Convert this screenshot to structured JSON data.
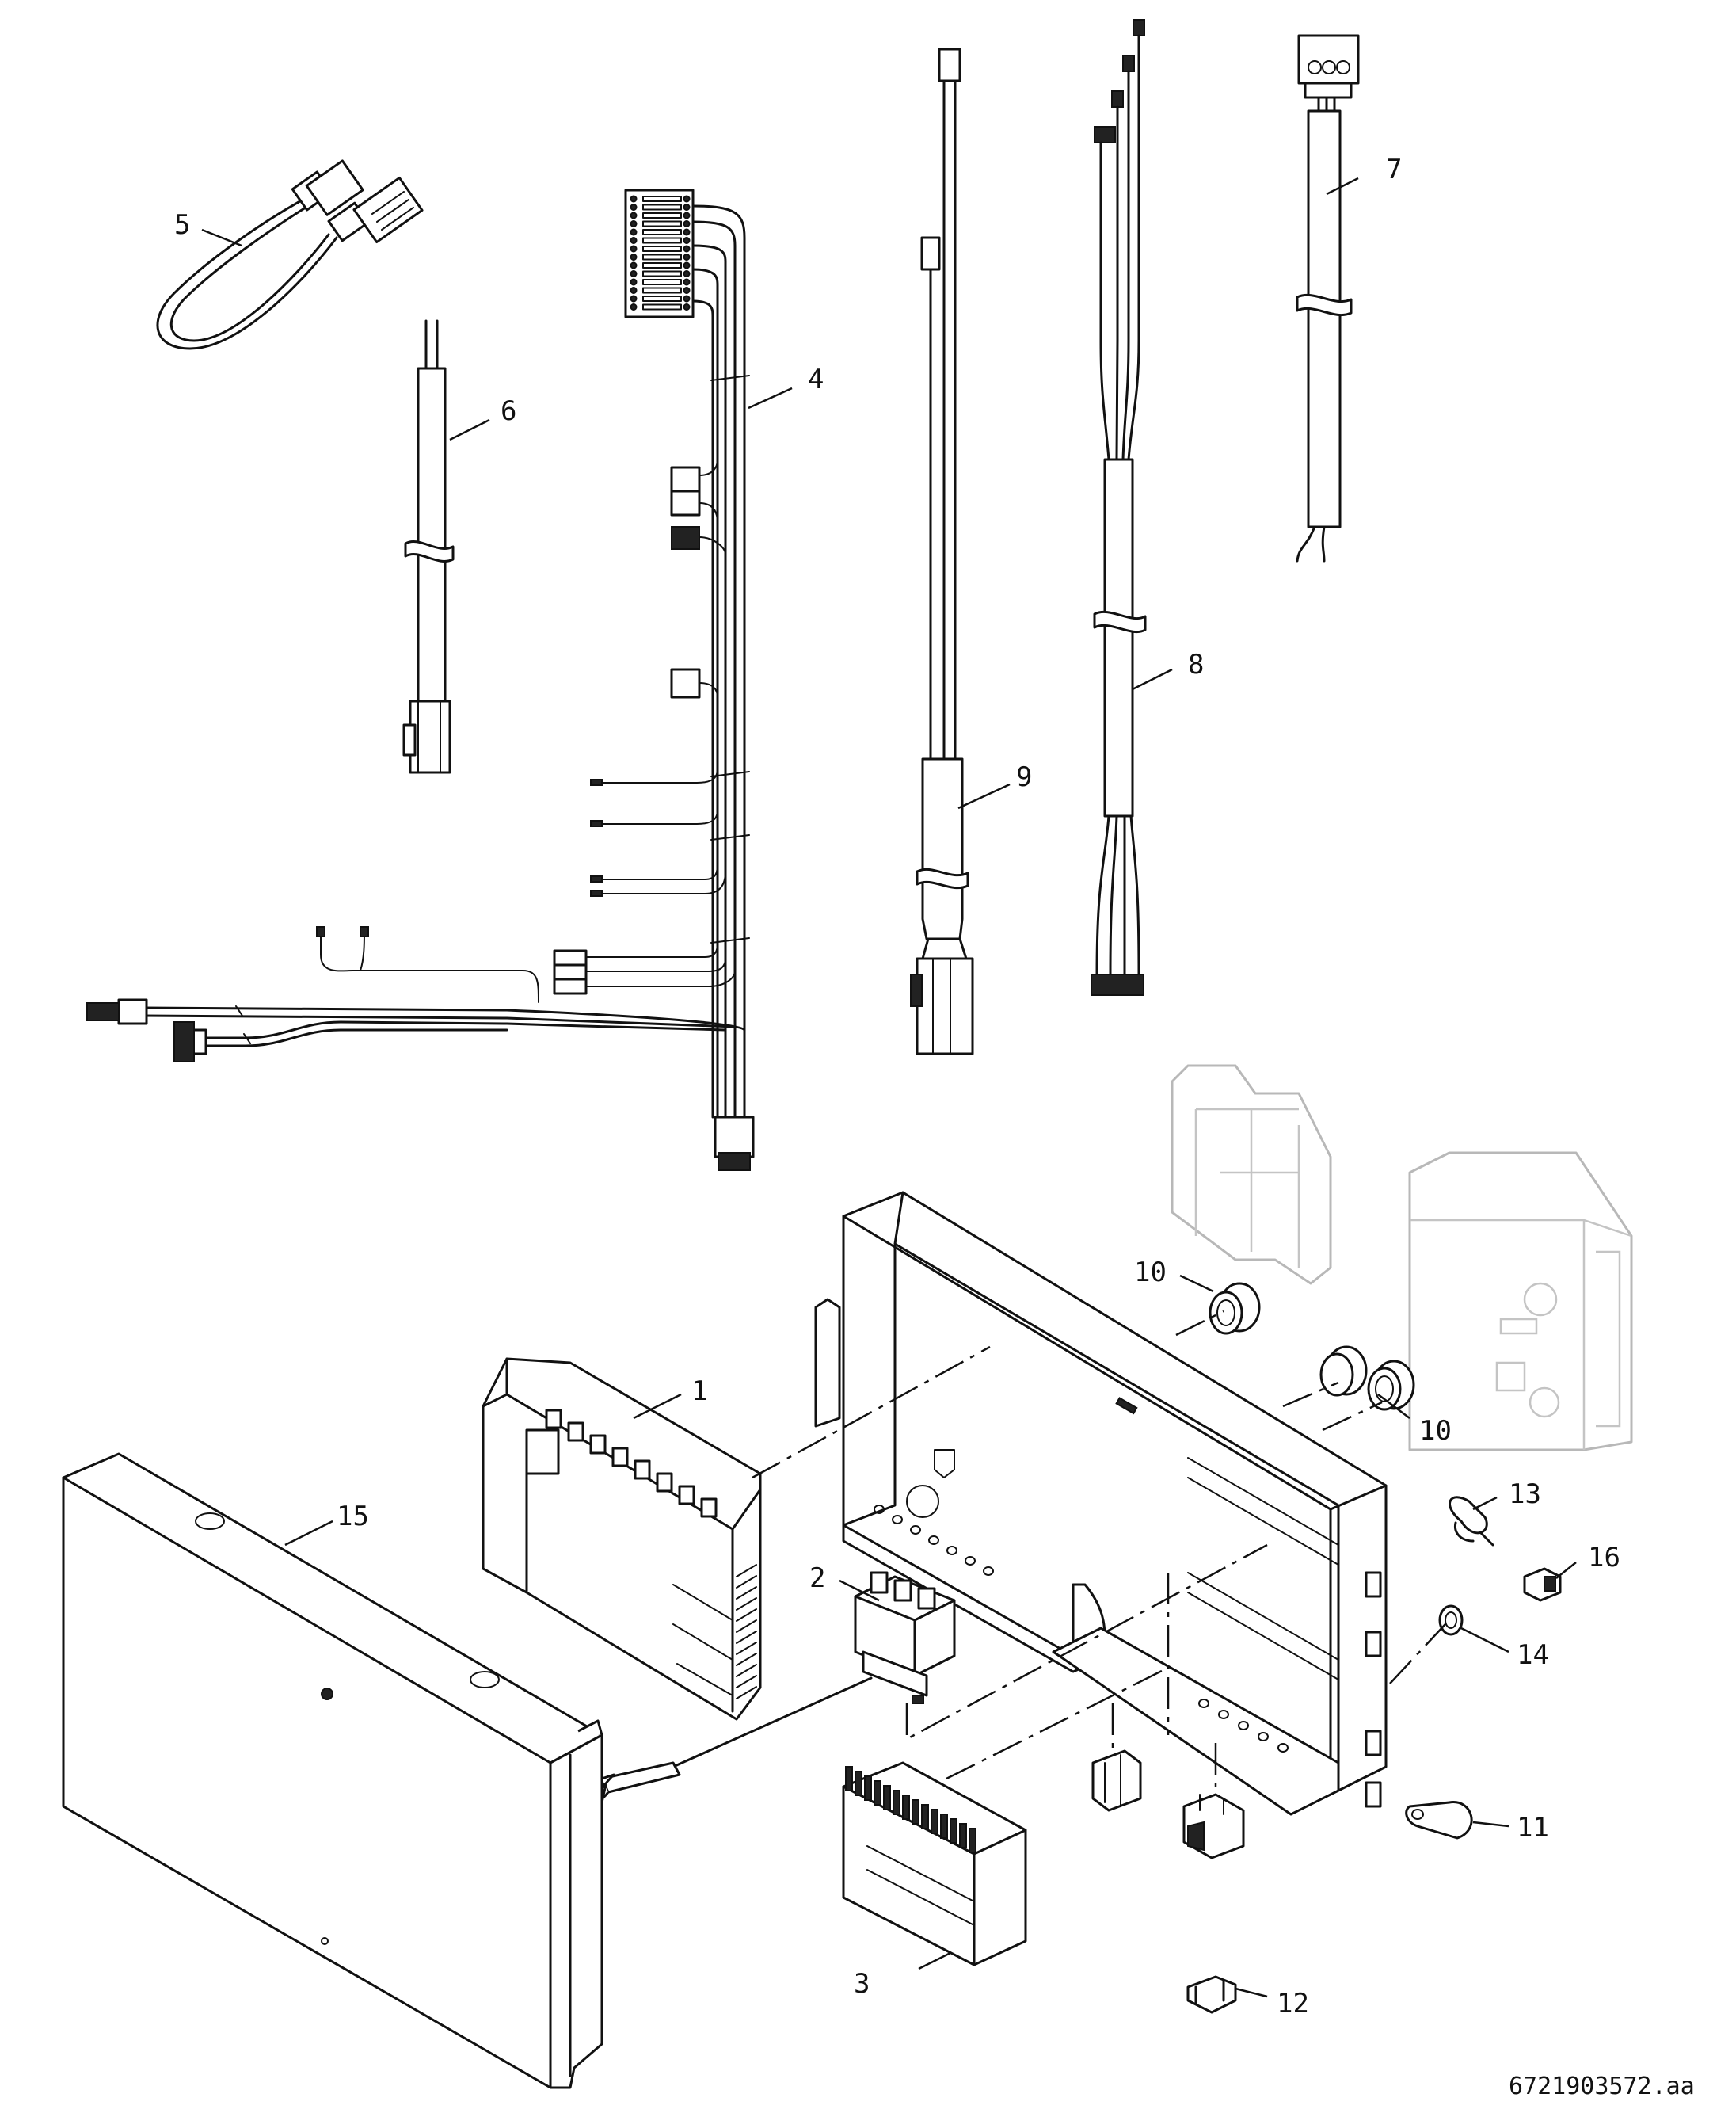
{
  "diagram": {
    "callouts": [
      {
        "id": "c1",
        "label": "1"
      },
      {
        "id": "c2",
        "label": "2"
      },
      {
        "id": "c3",
        "label": "3"
      },
      {
        "id": "c4",
        "label": "4"
      },
      {
        "id": "c5",
        "label": "5"
      },
      {
        "id": "c6",
        "label": "6"
      },
      {
        "id": "c7",
        "label": "7"
      },
      {
        "id": "c8",
        "label": "8"
      },
      {
        "id": "c9",
        "label": "9"
      },
      {
        "id": "c10a",
        "label": "10"
      },
      {
        "id": "c10b",
        "label": "10"
      },
      {
        "id": "c11",
        "label": "11"
      },
      {
        "id": "c12",
        "label": "12"
      },
      {
        "id": "c13",
        "label": "13"
      },
      {
        "id": "c14",
        "label": "14"
      },
      {
        "id": "c15",
        "label": "15"
      },
      {
        "id": "c16",
        "label": "16"
      }
    ],
    "drawing_number": "6721903572.aa"
  }
}
